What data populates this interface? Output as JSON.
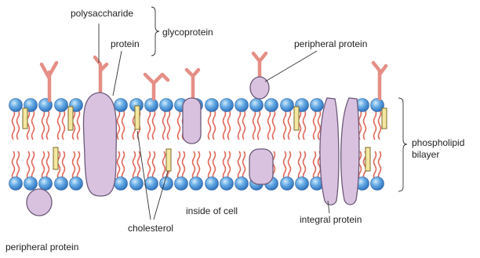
{
  "labels": {
    "polysaccharide": "polysaccharide",
    "protein": "protein",
    "glycoprotein": "glycoprotein",
    "peripheral_protein_top": "peripheral protein",
    "phospholipid_bilayer_line1": "phospholipid",
    "phospholipid_bilayer_line2": "bilayer",
    "inside_of_cell": "inside of cell",
    "cholesterol": "cholesterol",
    "integral_protein": "integral protein",
    "peripheral_protein_bottom": "peripheral protein"
  },
  "colors": {
    "phosphate_head": "#4a90d6",
    "head_highlight": "#cfe8fb",
    "lipid_tail": "#e0685a",
    "protein_fill": "#d9c2e0",
    "protein_stroke": "#6d5a79",
    "polysaccharide": "#e58e86",
    "cholesterol_fill": "#f4e7a0",
    "line": "#333333"
  },
  "components": [
    "phosphate-head",
    "lipid-tail",
    "protein",
    "polysaccharide",
    "cholesterol"
  ]
}
